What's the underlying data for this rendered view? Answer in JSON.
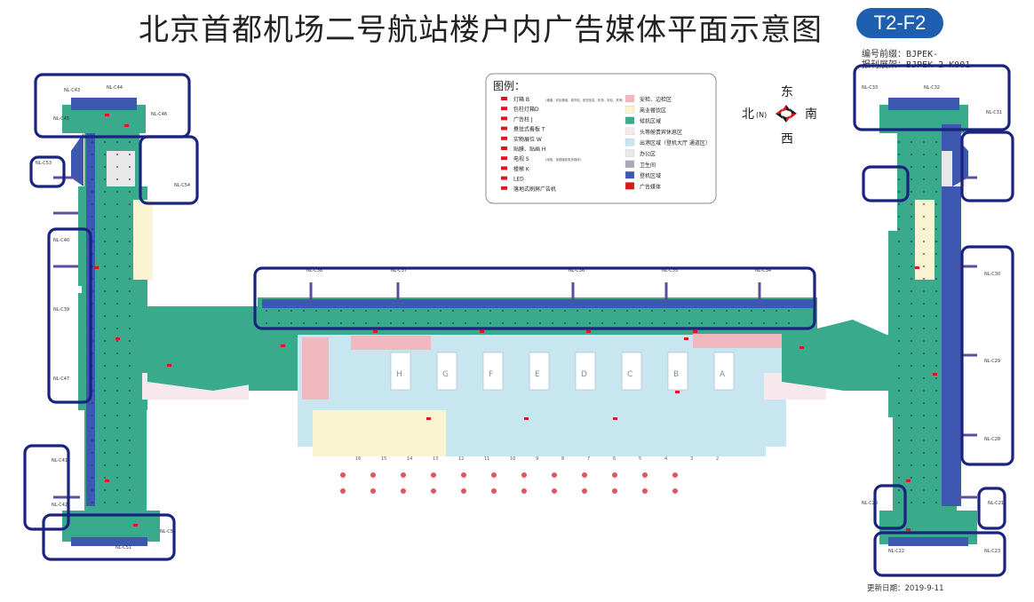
{
  "title": "北京首都机场二号航站楼户内广告媒体平面示意图",
  "badge": "T2-F2",
  "prefix_label": "编号前缀：BJPEK-",
  "sign_label": "报刊展架：BJPEK-2-K001",
  "update_label": "更新日期：2019-9-11",
  "compass": {
    "east": "东",
    "north": "北",
    "north_suffix": "(N)",
    "south": "南",
    "west": "西"
  },
  "legend": {
    "title": "图例：",
    "left_items": [
      {
        "label": "灯箱 B",
        "sub": "(通道、安检通道、城市贴、航班信息、机场、安检、其他)"
      },
      {
        "label": "包柱灯箱D"
      },
      {
        "label": "广告柱 J"
      },
      {
        "label": "悬挂式看板 T"
      },
      {
        "label": "实物展位 W"
      },
      {
        "label": "贴膜、贴画 H"
      },
      {
        "label": "电视 S",
        "sub": "(电视、电视播放类多媒体)"
      },
      {
        "label": "楼梯 K"
      },
      {
        "label": "LED"
      },
      {
        "label": "落地式刷屏广告机"
      }
    ],
    "right_items": [
      {
        "label": "安检、边检区",
        "color": "#f2b8c0"
      },
      {
        "label": "商业餐饮区",
        "color": "#fbf4d2"
      },
      {
        "label": "候机区域",
        "color": "#3aaa8c"
      },
      {
        "label": "头等舱贵宾休息区",
        "color": "#f7e8ee"
      },
      {
        "label": "出港区域（登机大厅 通道区）",
        "color": "#c8e6f0"
      },
      {
        "label": "办公区",
        "color": "#e8e8e8"
      },
      {
        "label": "卫生间",
        "color": "#a9a9b8"
      },
      {
        "label": "登机区域",
        "color": "#3d58b0"
      },
      {
        "label": "广告媒体",
        "color": "#d71920"
      }
    ]
  },
  "map": {
    "zones": {
      "concourse": "#3aaa8c",
      "gate": "#3d58b0",
      "commercial": "#fbf4d2",
      "departure": "#c8e6f0",
      "lounge": "#f7e8ee",
      "security": "#f2b8c0",
      "office": "#e8e8e8",
      "highlight": "#1a237e",
      "ad": "#d71920"
    },
    "check_row_labels": [
      "16",
      "15",
      "14",
      "13",
      "12",
      "11",
      "10",
      "9",
      "8",
      "7",
      "6",
      "5",
      "4",
      "3",
      "2"
    ],
    "check_islands": [
      "H",
      "G",
      "F",
      "E",
      "D",
      "C",
      "B",
      "A"
    ],
    "gate_tags": {
      "nw_cluster": [
        "NL-C43",
        "NL-C44",
        "NL-C45",
        "NL-C46"
      ],
      "north_pier": [
        "NL-C38",
        "NL-C37",
        "NL-C36",
        "NL-C35",
        "NL-C34"
      ],
      "ne_cluster": [
        "NL-C33",
        "NL-C32",
        "NL-C31"
      ],
      "east_pier": [
        "NL-C30",
        "NL-C29",
        "NL-C28"
      ],
      "west_left": [
        "NL-C40",
        "NL-C39",
        "NL-C47"
      ],
      "south_pier": [
        "NL-C41",
        "NL-C42",
        "NL-C51",
        "NL-C52"
      ],
      "sw_cluster": [
        "NL-C53",
        "NL-C54"
      ],
      "se_cluster": [
        "NL-C20",
        "NL-C21",
        "NL-C22",
        "NL-C23"
      ]
    }
  }
}
